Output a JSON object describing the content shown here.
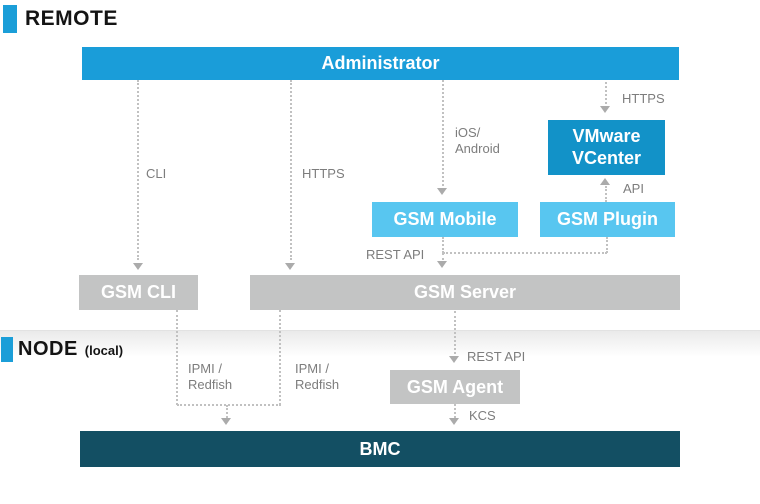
{
  "sections": {
    "remote": {
      "label": "REMOTE"
    },
    "node": {
      "label": "NODE",
      "sublabel": "(local)"
    }
  },
  "boxes": {
    "administrator": {
      "label": "Administrator"
    },
    "vcenter": {
      "line1": "VMware",
      "line2": "VCenter"
    },
    "gsm_mobile": {
      "label": "GSM Mobile"
    },
    "gsm_plugin": {
      "label": "GSM Plugin"
    },
    "gsm_cli": {
      "label": "GSM CLI"
    },
    "gsm_server": {
      "label": "GSM Server"
    },
    "gsm_agent": {
      "label": "GSM Agent"
    },
    "bmc": {
      "label": "BMC"
    }
  },
  "edge_labels": {
    "cli": "CLI",
    "https_left": "HTTPS",
    "ios_line1": "iOS/",
    "ios_line2": "Android",
    "https_right": "HTTPS",
    "api": "API",
    "rest_api_upper": "REST API",
    "rest_api_lower": "REST API",
    "kcs": "KCS",
    "ipmi_line1": "IPMI /",
    "ipmi_line2": "Redfish"
  },
  "colors": {
    "primary_blue": "#1a9dd9",
    "vcenter_blue": "#1292c8",
    "light_blue": "#58c6f0",
    "box_gray": "#c3c4c4",
    "bmc_teal": "#134f63",
    "accent_blue": "#1b9ed8",
    "label_gray": "#7d7d7d",
    "dotted_line_gray": "#c1c1c1",
    "arrowhead_gray": "#ababab"
  }
}
